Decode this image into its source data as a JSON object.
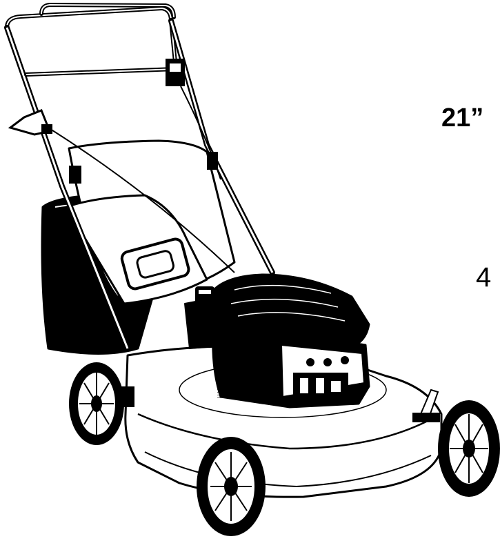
{
  "figure": {
    "subject": "lawn-mower-illustration",
    "labels": {
      "size": "21”",
      "digit": "4"
    },
    "colors": {
      "ink": "#000000",
      "paper": "#ffffff"
    }
  }
}
